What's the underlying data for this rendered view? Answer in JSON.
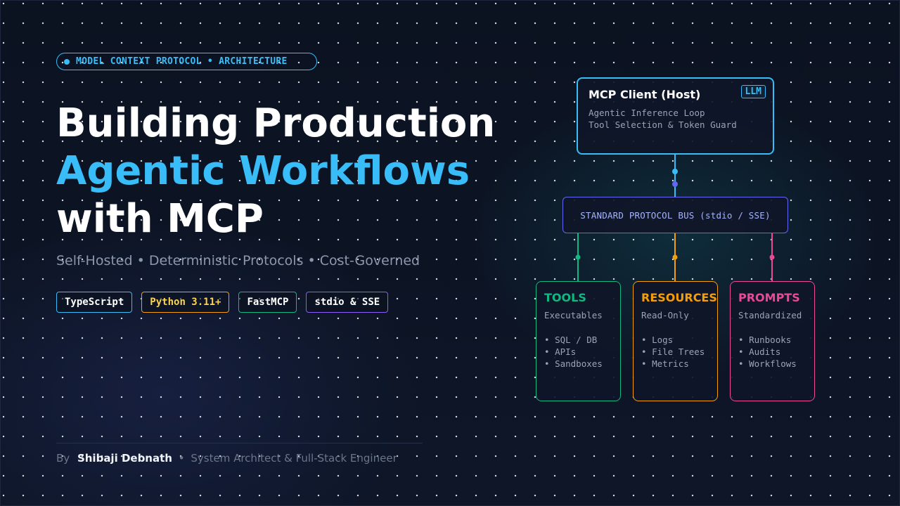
{
  "tag": "MODEL CONTEXT PROTOCOL • ARCHITECTURE",
  "title": {
    "line1": "Building Production",
    "line2": "Agentic Workflows",
    "line3": "with MCP"
  },
  "subtitle": "Self-Hosted • Deterministic Protocols • Cost-Governed",
  "chips": [
    "TypeScript",
    "Python 3.11+",
    "FastMCP",
    "stdio & SSE"
  ],
  "byline": {
    "prefix": "By",
    "name": "Shibaji Debnath",
    "separator": "•",
    "role": "System Architect & Full-Stack Engineer"
  },
  "diagram": {
    "client": {
      "title": "MCP Client (Host)",
      "badge": "LLM",
      "lines": [
        "Agentic Inference Loop",
        "Tool Selection & Token Guard"
      ]
    },
    "bus": "STANDARD PROTOCOL BUS (stdio / SSE)",
    "tools": {
      "title": "TOOLS",
      "subtitle": "Executables",
      "items": [
        "SQL / DB",
        "APIs",
        "Sandboxes"
      ]
    },
    "resources": {
      "title": "RESOURCES",
      "subtitle": "Read-Only",
      "items": [
        "Logs",
        "File Trees",
        "Metrics"
      ]
    },
    "prompts": {
      "title": "PROMPTS",
      "subtitle": "Standardized",
      "items": [
        "Runbooks",
        "Audits",
        "Workflows"
      ]
    }
  },
  "colors": {
    "accent": "#38bdf8",
    "tools": "#10b981",
    "resources": "#f59e0b",
    "prompts": "#ec4899",
    "bus": "#6366f1"
  }
}
